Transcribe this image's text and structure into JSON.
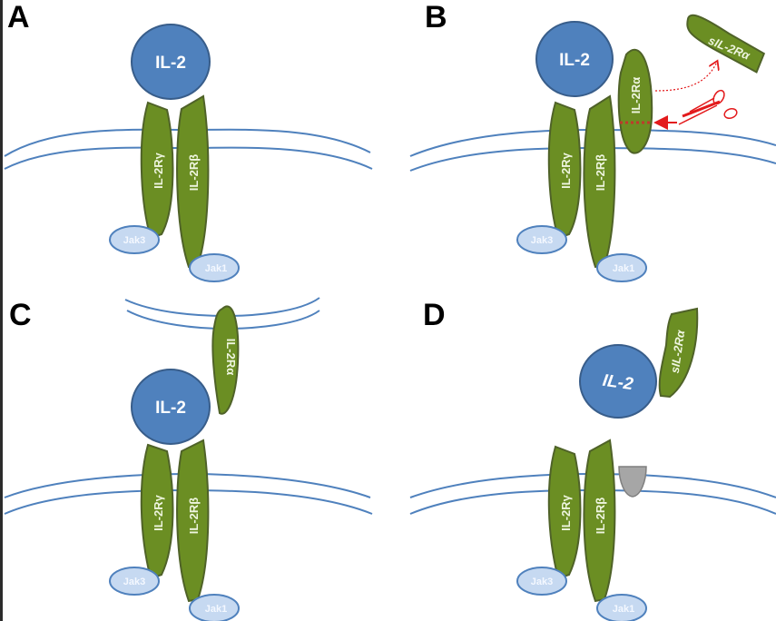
{
  "figure": {
    "colors": {
      "il2_fill": "#4f81bd",
      "receptor_fill": "#6b8e23",
      "jak_fill": "#c6d9f1",
      "membrane": "#4f81bd",
      "cleavage": "#e31a1c",
      "blocker": "#a6a6a6"
    },
    "panels": [
      {
        "id": "A",
        "label": "A",
        "il2": "IL-2",
        "gamma": "IL-2Rγ",
        "beta": "IL-2Rβ",
        "jak3": "Jak3",
        "jak1": "Jak1"
      },
      {
        "id": "B",
        "label": "B",
        "il2": "IL-2",
        "gamma": "IL-2Rγ",
        "beta": "IL-2Rβ",
        "alpha": "IL-2Rα",
        "soluble_alpha": "sIL-2Rα",
        "jak3": "Jak3",
        "jak1": "Jak1",
        "cleavage_icon": "scissors"
      },
      {
        "id": "C",
        "label": "C",
        "il2": "IL-2",
        "gamma": "IL-2Rγ",
        "beta": "IL-2Rβ",
        "alpha": "IL-2Rα",
        "jak3": "Jak3",
        "jak1": "Jak1"
      },
      {
        "id": "D",
        "label": "D",
        "il2": "IL-2",
        "gamma": "IL-2Rγ",
        "beta": "IL-2Rβ",
        "soluble_alpha": "sIL-2Rα",
        "jak3": "Jak3",
        "jak1": "Jak1",
        "blocker_icon": "grey-cup"
      }
    ]
  }
}
